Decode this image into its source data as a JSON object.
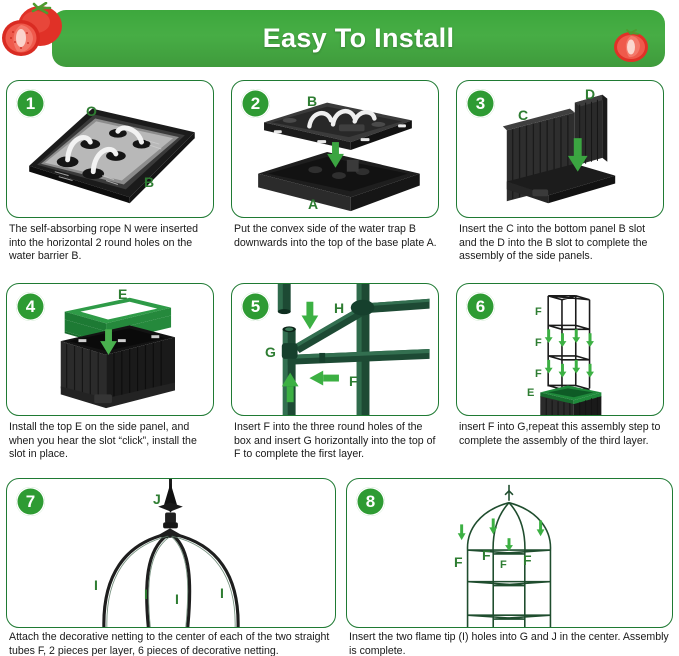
{
  "header": {
    "title": "Easy To Install",
    "accent_color": "#3da83d",
    "title_color": "#ffffff",
    "tomato_left_icon": "tomato-icon",
    "tomato_right_icon": "tomato-icon"
  },
  "label_color": "#2e7d32",
  "border_color": "#1f7a33",
  "badge_color": "#2e9b33",
  "steps": [
    {
      "number": "1",
      "caption": "The self-absorbing rope N were inserted into the horizontal 2 round holes on the water barrier B.",
      "part_labels": [
        "O",
        "B"
      ],
      "illustration": "water-barrier-tray-with-ropes"
    },
    {
      "number": "2",
      "caption": "Put the convex side of the water trap B downwards into the top of the base plate A.",
      "part_labels": [
        "B",
        "A"
      ],
      "illustration": "water-trap-over-base-plate"
    },
    {
      "number": "3",
      "caption": "Insert the C into the bottom panel B slot and the D into the B slot to complete the assembly of the side panels.",
      "part_labels": [
        "C",
        "D"
      ],
      "illustration": "side-panels-c-and-d"
    },
    {
      "number": "4",
      "caption": "Install the top E on the side panel, and when you hear the slot “click”, install the slot in place.",
      "part_labels": [
        "E"
      ],
      "illustration": "top-frame-e-onto-box"
    },
    {
      "number": "5",
      "caption": "Insert F into the three round holes of the box and insert G horizontally into the top of F to complete the first layer.",
      "part_labels": [
        "H",
        "G",
        "F"
      ],
      "illustration": "tube-joint-first-layer"
    },
    {
      "number": "6",
      "caption": "insert F into G,repeat this assembly step to complete the assembly of the third layer.",
      "part_labels": [
        "F",
        "F",
        "F",
        "E"
      ],
      "illustration": "three-layer-tower-on-planter"
    },
    {
      "number": "7",
      "caption": "Attach the decorative netting to the center of each of the two straight tubes F, 2 pieces per layer, 6 pieces of decorative netting.",
      "part_labels": [
        "J",
        "I",
        "I",
        "I",
        "I"
      ],
      "illustration": "decorative-dome-top-with-finial"
    },
    {
      "number": "8",
      "caption": "Insert the two flame tip (I) holes into G and J in the center. Assembly is complete.",
      "part_labels": [
        "F",
        "F",
        "F",
        "F"
      ],
      "illustration": "completed-obelisk-trellis"
    }
  ]
}
